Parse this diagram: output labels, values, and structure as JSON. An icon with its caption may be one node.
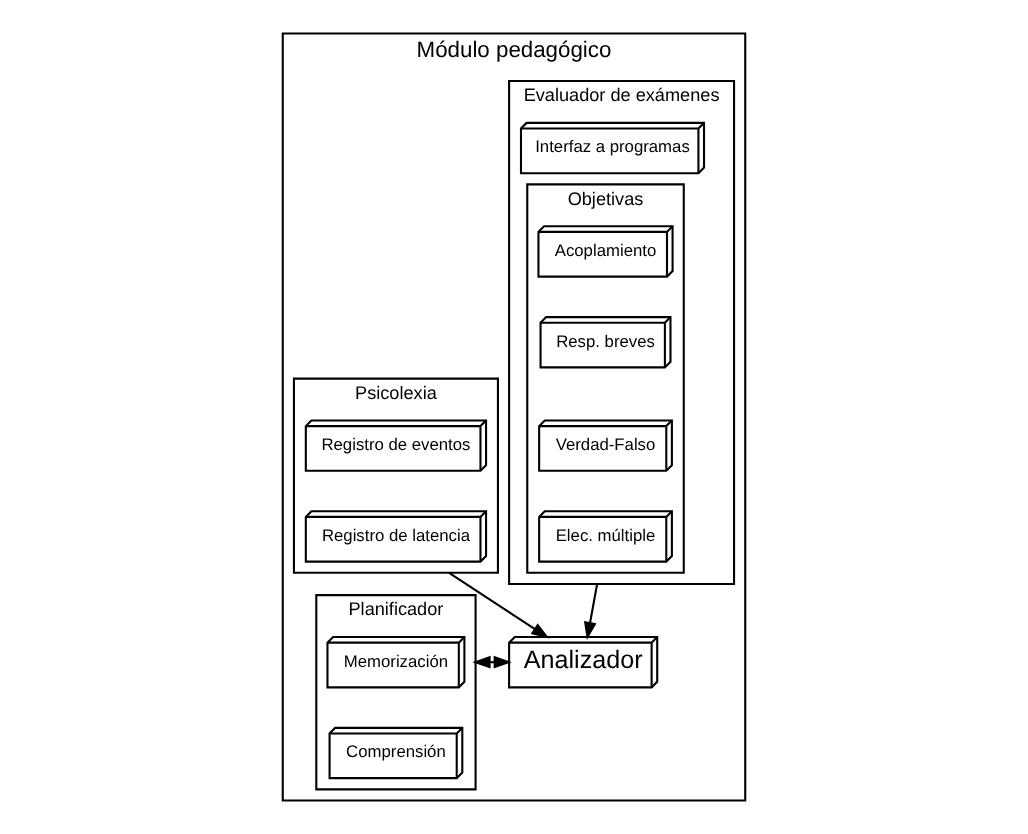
{
  "diagram": {
    "nodes": [
      {
        "text": [
          "Módulo pedagógico"
        ]
      },
      {
        "text": [
          "Evaluador de exámenes"
        ],
        "in": 0
      },
      {
        "text": [
          "Interfaz a programas"
        ],
        "in": 1
      },
      {
        "text": [
          "Objetivas"
        ],
        "in": 1
      },
      {
        "text": [
          "Acoplamiento"
        ],
        "in": 3
      },
      {
        "text": [
          "Resp. breves"
        ],
        "in": 3
      },
      {
        "text": [
          "Verdad-Falso"
        ],
        "in": 3
      },
      {
        "text": [
          "Elec. múltiple"
        ],
        "in": 3
      },
      {
        "text": [
          "Psicolexia"
        ],
        "in": 0
      },
      {
        "text": [
          "Registro de eventos"
        ],
        "in": 8
      },
      {
        "text": [
          "Registro de latencia"
        ],
        "in": 8
      },
      {
        "text": [
          "Analizador"
        ],
        "in": 0
      },
      {
        "text": [
          "Planificador"
        ],
        "in": 0
      },
      {
        "text": [
          "Memorización"
        ],
        "in": 12
      },
      {
        "text": [
          "Comprensión"
        ],
        "in": 12
      }
    ],
    "edges": [
      {
        "from": 1,
        "to": 11,
        "arrow": "to"
      },
      {
        "from": 8,
        "to": 11,
        "arrow": "to"
      },
      {
        "from": 11,
        "to": 12,
        "arrow": "both"
      }
    ]
  }
}
